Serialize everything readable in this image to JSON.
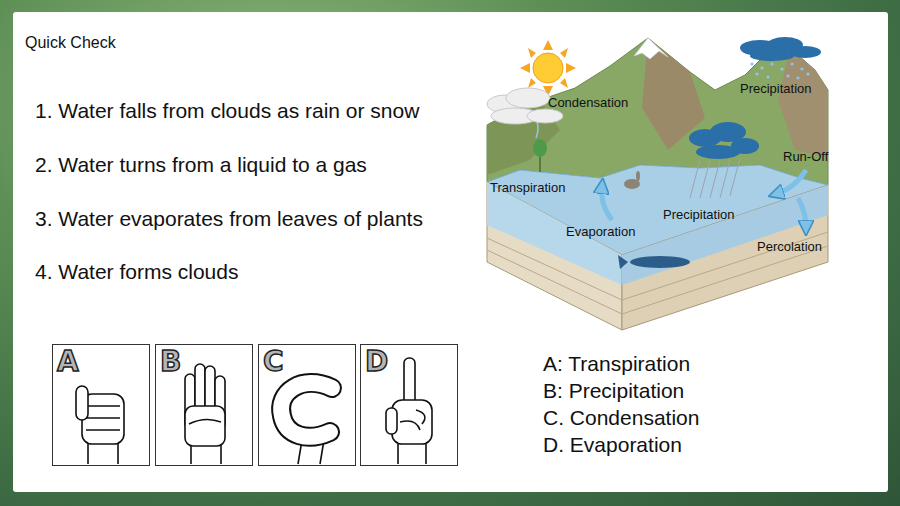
{
  "diagram": {
    "title": "Quick Check",
    "nodes": [
      {
        "text": [
          "A"
        ]
      },
      {
        "text": [
          "B"
        ]
      },
      {
        "text": [
          "C"
        ]
      },
      {
        "text": [
          "D"
        ]
      }
    ],
    "labels": [
      "1. Water falls from clouds as rain or snow",
      "2. Water turns from a liquid to a gas",
      "3. Water evaporates from leaves of plants",
      "4. Water forms clouds",
      "Condensation",
      "Precipitation",
      "Run-Off",
      "Transpiration",
      "Precipitation",
      "Evaporation",
      "Percolation",
      "A: Transpiration",
      "B: Precipitation",
      "C. Condensation",
      "D. Evaporation"
    ]
  }
}
